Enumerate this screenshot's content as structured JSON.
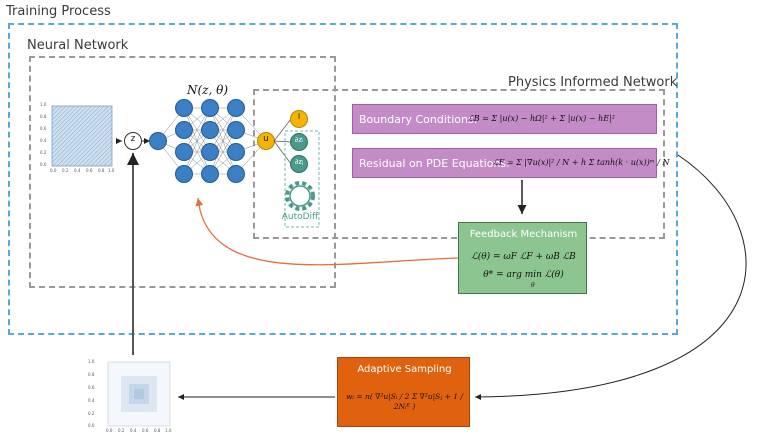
{
  "titles": {
    "training_process": "Training Process",
    "neural_network": "Neural Network",
    "physics_informed_network": "Physics Informed Network"
  },
  "network": {
    "label": "N(z, θ)",
    "z_node": "z",
    "u_node": "u",
    "deriv_nodes": [
      "I",
      "∂zᵢ",
      "∂zⱼ"
    ],
    "autodiff_label": "AutoDiff"
  },
  "boundary": {
    "label": "Boundary Conditions:",
    "equation": "ℒB = Σ |u(x) − hΩ|² + Σ |u(x) − hE|²"
  },
  "residual": {
    "label": "Residual on PDE Equations:",
    "equation": "ℒF = Σ |∇u(x)|² / N + h Σ tanh(k · u(x))ᵐ / N"
  },
  "feedback": {
    "title": "Feedback Mechanism",
    "eq1": "ℒ(θ) = ωF ℒF + ωB ℒB",
    "eq2": "θ* = arg min ℒ(θ)",
    "eq2_sub": "θ"
  },
  "adaptive": {
    "title": "Adaptive Sampling",
    "equation": "wᵢ = n( ∇²u|Sᵢ / 2 Σ ∇²u|Sⱼ + 1 / 2Nᵢᴱ )"
  },
  "plots": {
    "top_ticks_x": [
      "0.0",
      "0.2",
      "0.4",
      "0.6",
      "0.8",
      "1.0"
    ],
    "top_ticks_y": [
      "0.0",
      "0.2",
      "0.4",
      "0.6",
      "0.8",
      "1.0"
    ],
    "bottom_ticks_x": [
      "0.0",
      "0.2",
      "0.4",
      "0.6",
      "0.8",
      "1.0"
    ],
    "bottom_ticks_y": [
      "0.0",
      "0.2",
      "0.4",
      "0.6",
      "0.8",
      "1.0"
    ]
  },
  "colors": {
    "training_border": "#5aa6d6",
    "node_blue": "#3d7fc4",
    "node_yellow": "#f4b400",
    "node_teal": "#4a9a8c",
    "purple_box": "#c38cc6",
    "green_box": "#8cc58f",
    "orange_box": "#e0620e",
    "feedback_arrow": "#e07040"
  }
}
